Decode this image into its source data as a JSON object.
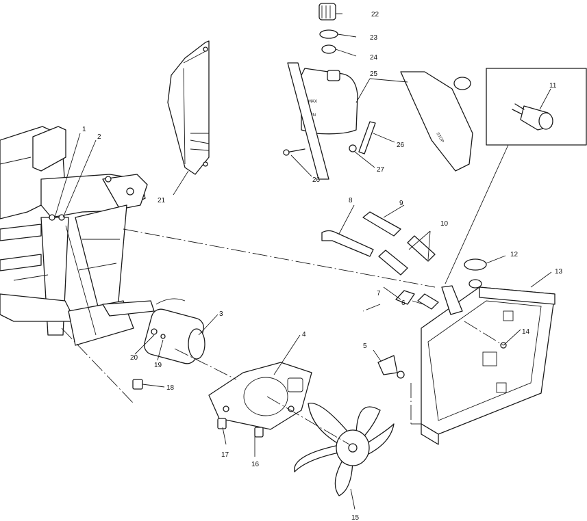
{
  "callouts": {
    "c1": "1",
    "c2": "2",
    "c3": "3",
    "c4": "4",
    "c5": "5",
    "c6": "6",
    "c7": "7",
    "c8": "8",
    "c9": "9",
    "c10": "10",
    "c11": "11",
    "c12": "12",
    "c13": "13",
    "c14": "14",
    "c15": "15",
    "c16": "16",
    "c17": "17",
    "c18": "18",
    "c19": "19",
    "c20": "20",
    "c21": "21",
    "c22": "22",
    "c23": "23",
    "c24": "24",
    "c25": "25",
    "c26a": "26",
    "c26b": "26",
    "c27": "27"
  },
  "reservoir_marks": {
    "max": "MAX",
    "min": "MIN"
  },
  "shroud_text": "STOP"
}
